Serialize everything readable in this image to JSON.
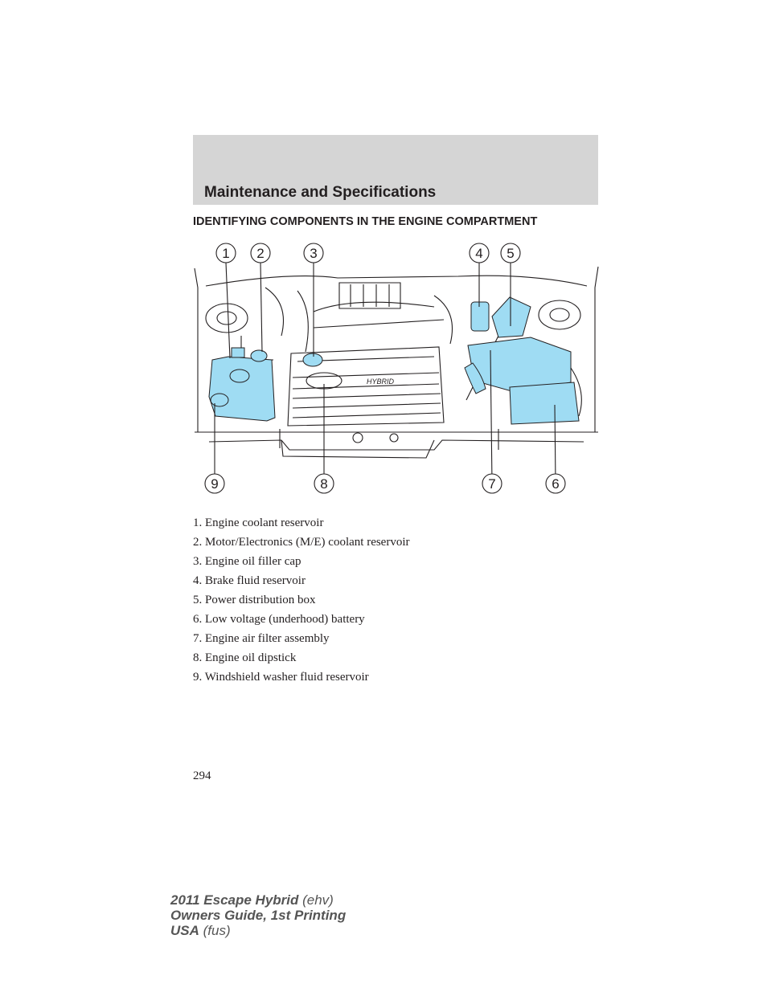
{
  "header": {
    "section_title": "Maintenance and Specifications",
    "subsection_title": "IDENTIFYING COMPONENTS IN THE ENGINE COMPARTMENT",
    "band_color": "#d5d5d5"
  },
  "figure": {
    "highlight_color": "#9fdcf3",
    "callouts": [
      "1",
      "2",
      "3",
      "4",
      "5",
      "9",
      "8",
      "7",
      "6"
    ]
  },
  "legend": [
    "1. Engine coolant reservoir",
    "2. Motor/Electronics (M/E) coolant reservoir",
    "3. Engine oil filler cap",
    "4. Brake fluid reservoir",
    "5. Power distribution box",
    "6. Low voltage (underhood) battery",
    "7. Engine air filter assembly",
    "8. Engine oil dipstick",
    "9. Windshield washer fluid reservoir"
  ],
  "page_number": "294",
  "footer": {
    "line1_bold": "2011 Escape Hybrid",
    "line1_rest": " (ehv)",
    "line2_bold": "Owners Guide, 1st Printing",
    "line3_bold": "USA",
    "line3_rest": " (fus)"
  }
}
